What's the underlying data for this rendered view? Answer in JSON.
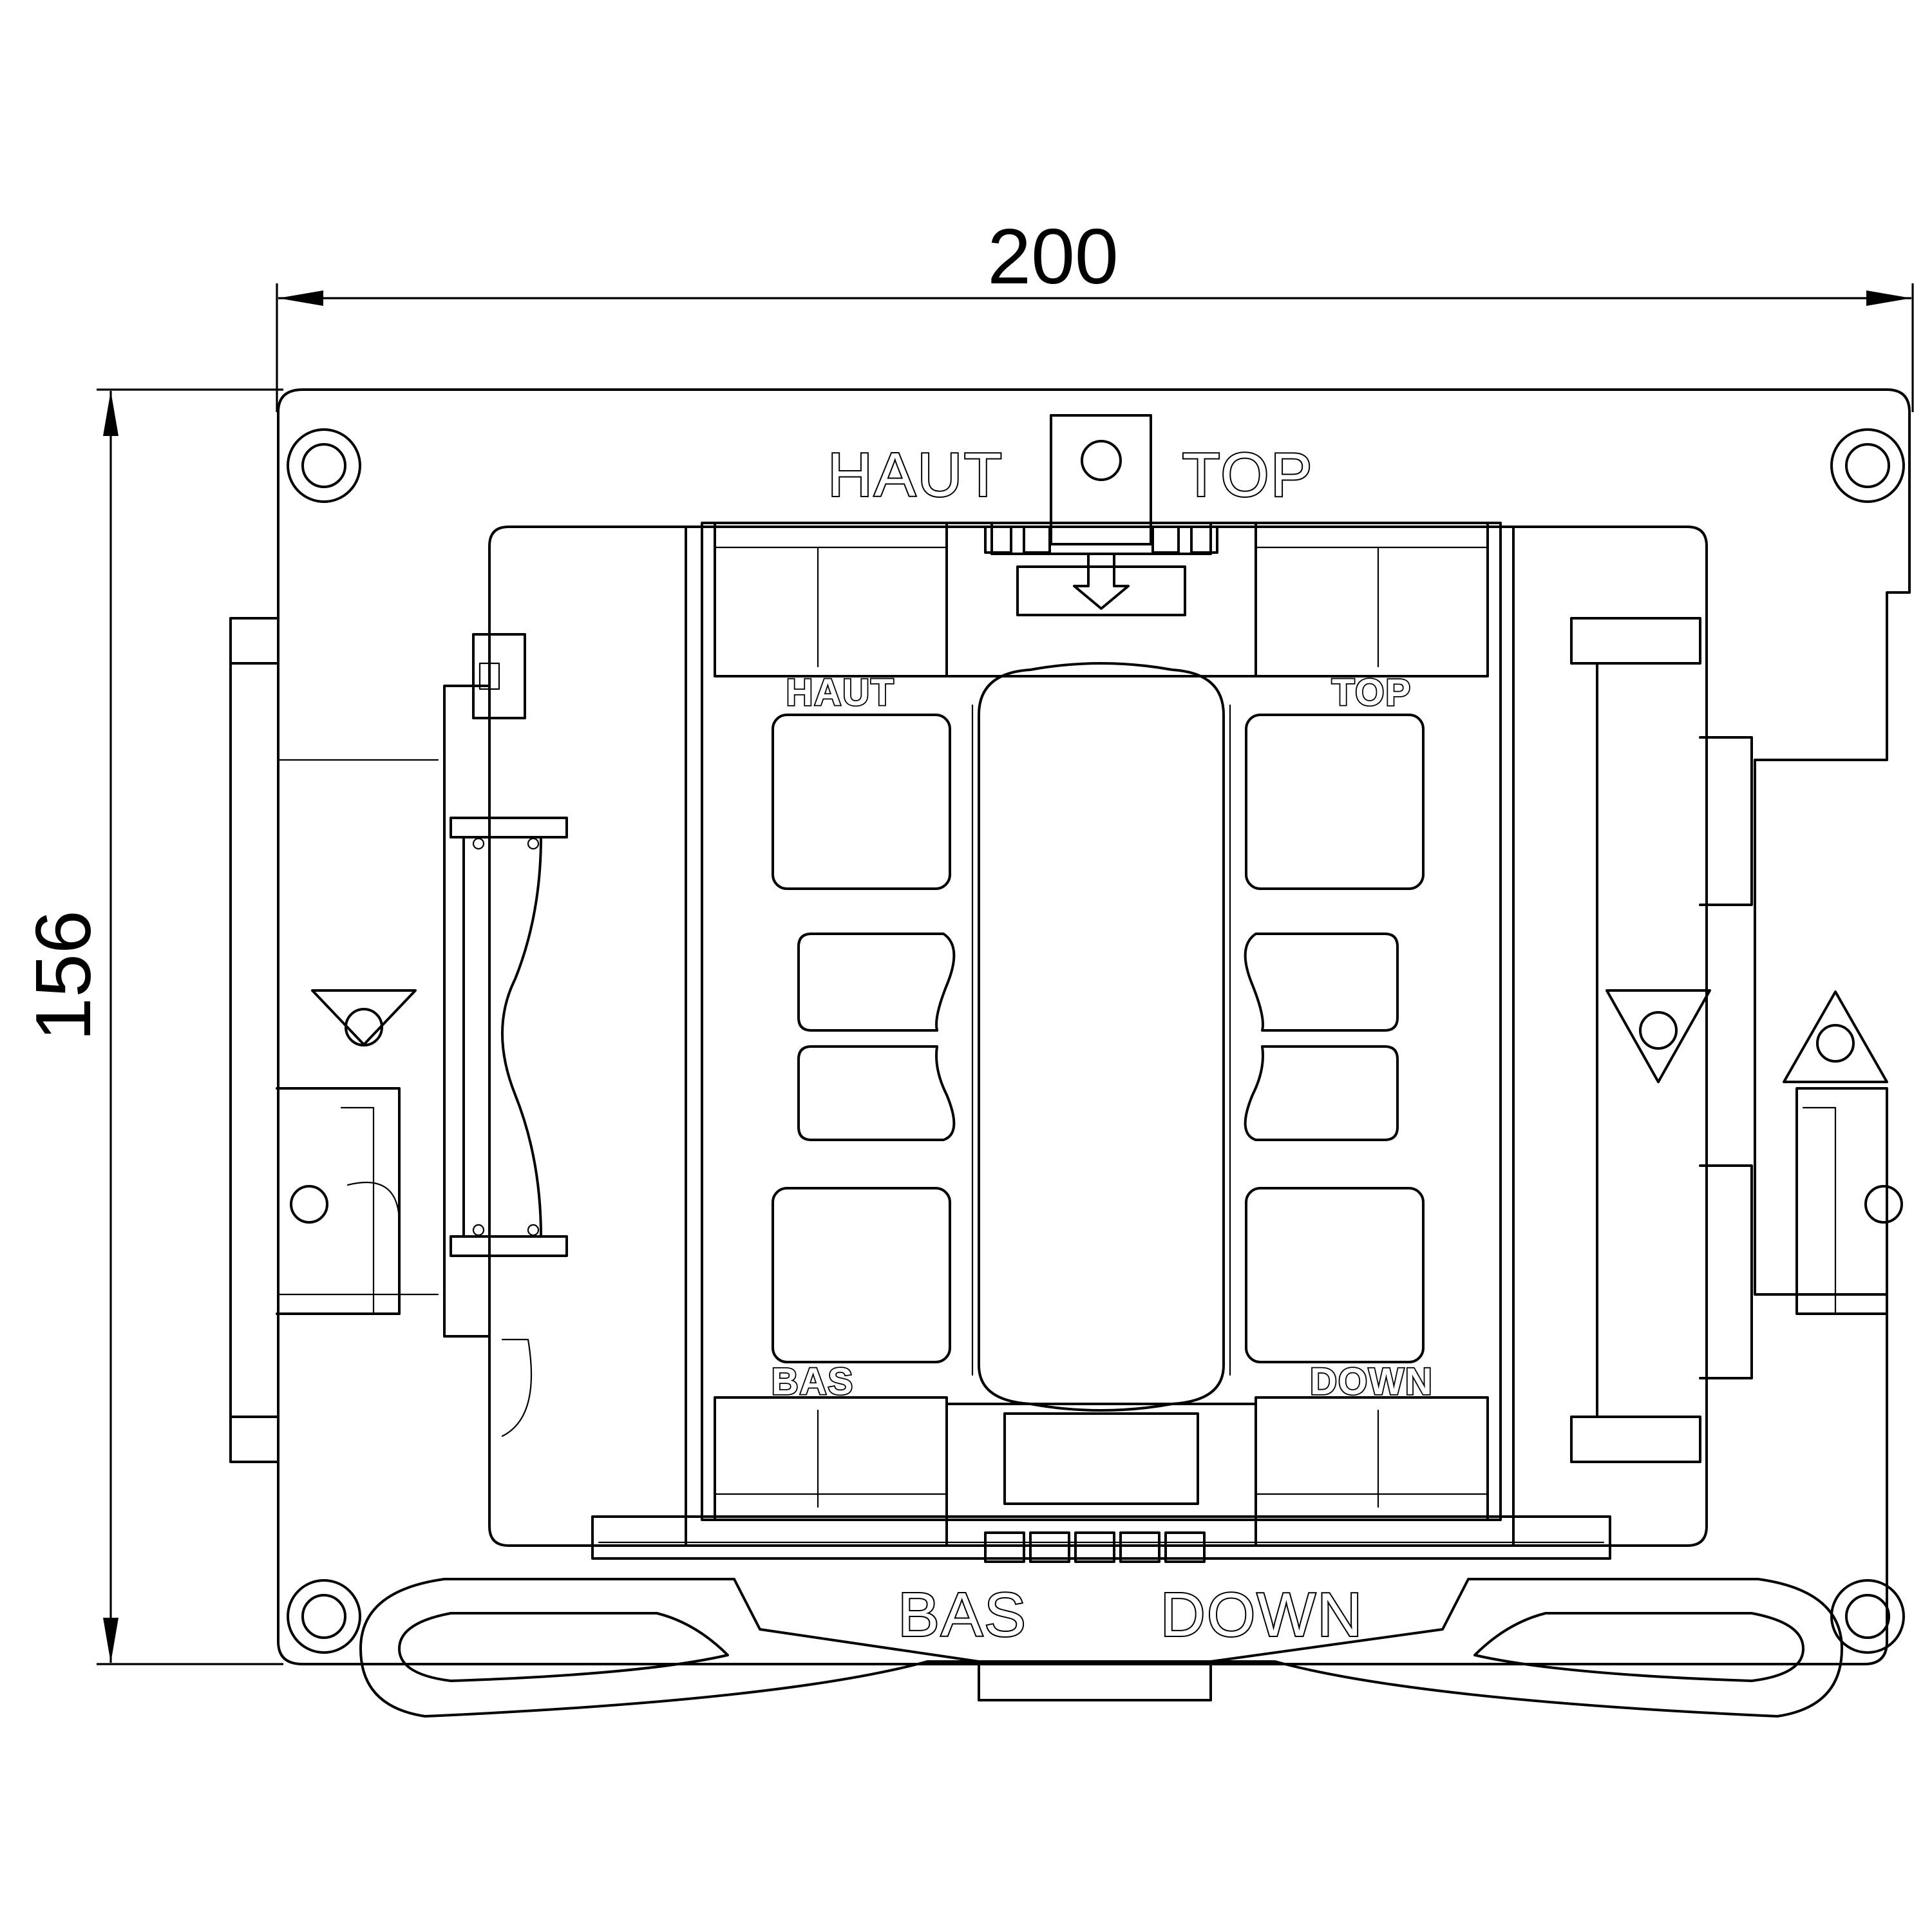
{
  "dimensions": {
    "width": "200",
    "height": "156"
  },
  "labels": {
    "top_fr": "HAUT",
    "top_en": "TOP",
    "bottom_fr": "BAS",
    "bottom_en": "DOWN",
    "panel_top_fr": "HAUT",
    "panel_top_en": "TOP",
    "panel_bottom_fr": "BAS",
    "panel_bottom_en": "DOWN"
  },
  "colors": {
    "line": "#000000",
    "background": "#ffffff"
  }
}
